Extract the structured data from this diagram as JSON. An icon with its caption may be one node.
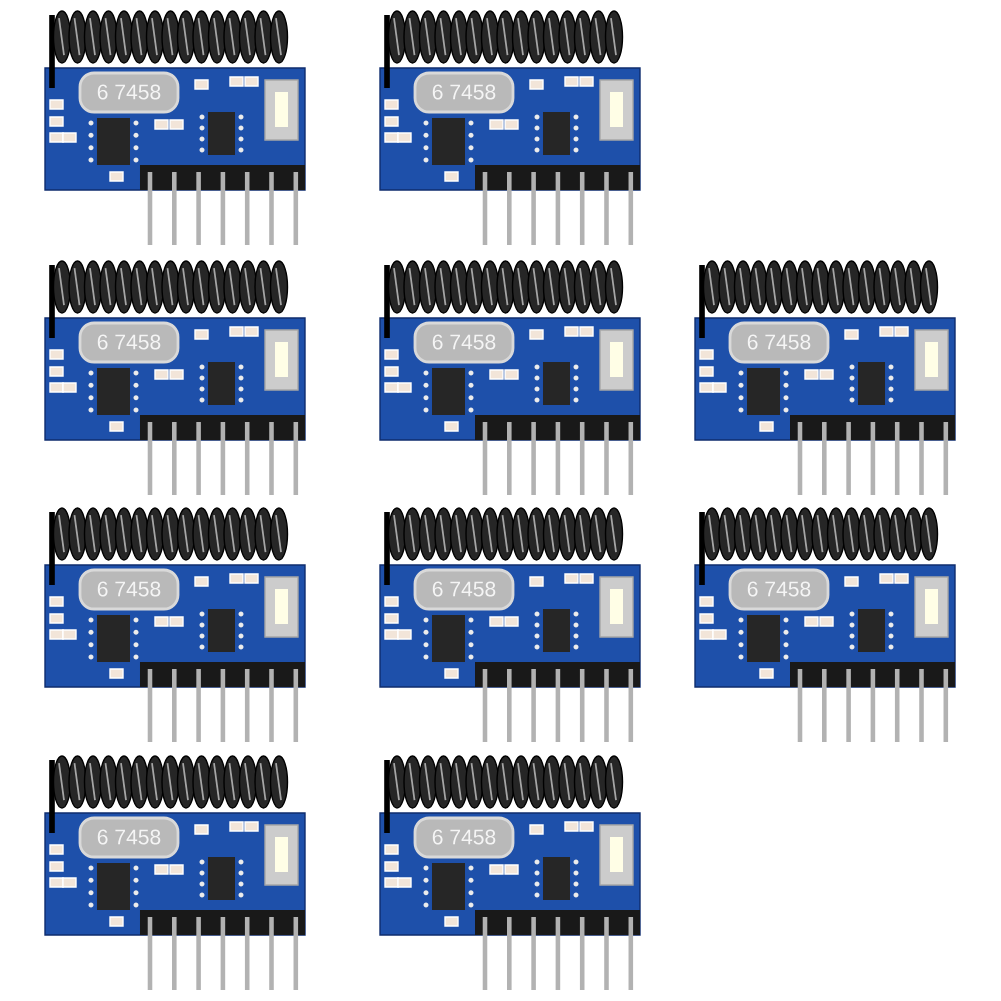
{
  "diagram": {
    "labels": [
      "6 7458",
      "6 7458",
      "6 7458",
      "6 7458",
      "6 7458",
      "6 7458",
      "6 7458",
      "6 7458",
      "6 7458",
      "6 7458"
    ]
  }
}
